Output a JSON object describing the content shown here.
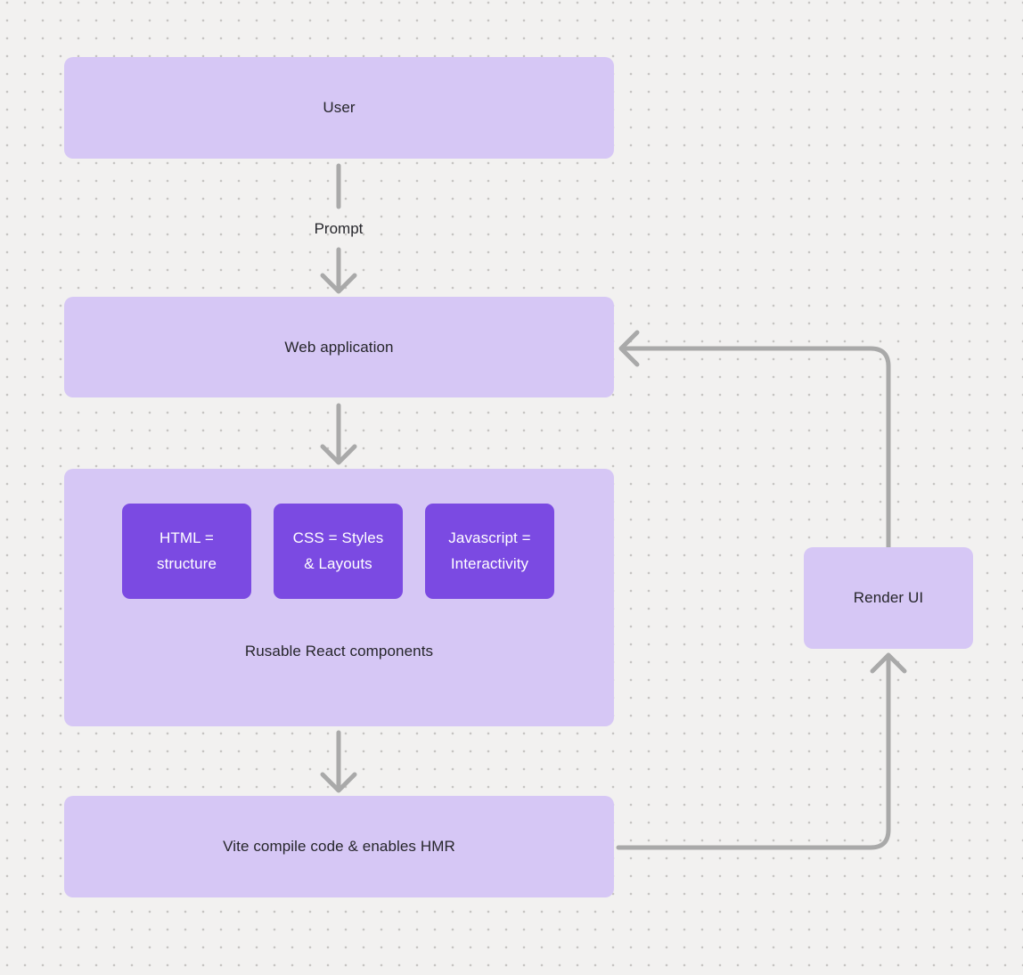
{
  "canvas": {
    "background": "#f2f1f0",
    "dot_color": "#c6c4c2",
    "node_fill_light": "#d6c7f5",
    "node_fill_dark": "#7b4ae2",
    "arrow_color": "#a9a9a9",
    "text_color": "#26262b",
    "text_on_dark": "#ffffff"
  },
  "nodes": {
    "user": {
      "label": "User"
    },
    "web_application": {
      "label": "Web application"
    },
    "components_group": {
      "label": "Rusable React components",
      "children": [
        {
          "label": "HTML =\nstructure"
        },
        {
          "label": "CSS = Styles\n& Layouts"
        },
        {
          "label": "Javascript =\nInteractivity"
        }
      ]
    },
    "vite": {
      "label": "Vite compile code & enables HMR"
    },
    "render_ui": {
      "label": "Render UI"
    }
  },
  "edges": {
    "prompt_label": "Prompt"
  }
}
